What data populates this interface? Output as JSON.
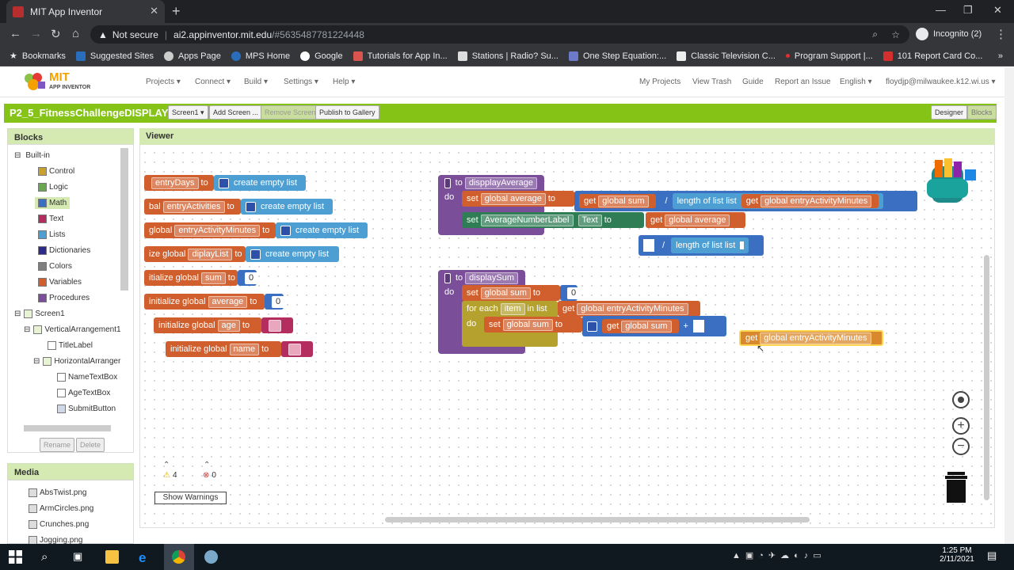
{
  "browser": {
    "tab_title": "MIT App Inventor",
    "security": "Not secure",
    "url_host": "ai2.appinventor.mit.edu",
    "url_path": "/#5635487781224448",
    "profile": "Incognito (2)"
  },
  "bookmarks": [
    "Bookmarks",
    "Suggested Sites",
    "Apps Page",
    "MPS Home",
    "Google",
    "Tutorials for App In...",
    "Stations | Radio? Su...",
    "One Step Equation:...",
    "Classic Television C...",
    "Program Support |...",
    "101 Report Card Co..."
  ],
  "app": {
    "logo_mit": "MIT",
    "logo_sub": "APP INVENTOR",
    "menu": [
      "Projects ▾",
      "Connect ▾",
      "Build ▾",
      "Settings ▾",
      "Help ▾"
    ],
    "right_links": [
      "My Projects",
      "View Trash",
      "Guide",
      "Report an Issue",
      "English ▾",
      "floydjp@milwaukee.k12.wi.us ▾"
    ],
    "project_name": "P2_5_FitnessChallengeDISPLAY",
    "screen_btn": "Screen1 ▾",
    "add_screen": "Add Screen ...",
    "remove_screen": "Remove Screen",
    "publish": "Publish to Gallery",
    "designer": "Designer",
    "blocks_btn": "Blocks"
  },
  "blocks_panel": {
    "title": "Blocks",
    "builtin": "Built-in",
    "builtin_items": [
      {
        "label": "Control",
        "color": "#c8a02e"
      },
      {
        "label": "Logic",
        "color": "#6aa84f"
      },
      {
        "label": "Math",
        "color": "#3b6fc2"
      },
      {
        "label": "Text",
        "color": "#b32d5e"
      },
      {
        "label": "Lists",
        "color": "#4d9fd3"
      },
      {
        "label": "Dictionaries",
        "color": "#2d2a8a"
      },
      {
        "label": "Colors",
        "color": "#7f7f7f"
      },
      {
        "label": "Variables",
        "color": "#d05f2d"
      },
      {
        "label": "Procedures",
        "color": "#7a4e99"
      }
    ],
    "screen": "Screen1",
    "components": [
      "VerticalArrangement1",
      "TitleLabel",
      "HorizontalArranger",
      "NameTextBox",
      "AgeTextBox",
      "SubmitButton"
    ],
    "rename": "Rename",
    "delete": "Delete"
  },
  "media": {
    "title": "Media",
    "files": [
      "AbsTwist.png",
      "ArmCircles.png",
      "Crunches.png",
      "Jogging.png"
    ]
  },
  "viewer": {
    "title": "Viewer",
    "warnings_count": "4",
    "errors_count": "0",
    "show_warnings": "Show Warnings"
  },
  "code_blocks": {
    "init_entrydays": "entryDays",
    "to": "to",
    "create_empty_list": "create empty list",
    "bal": "bal",
    "entry_activities": "entryActivities",
    "global": "global",
    "entry_activity_minutes": "entryActivityMinutes",
    "ize_global": "ize global",
    "diplay_list": "diplayList",
    "itialize_global": "itialize global",
    "sum": "sum",
    "zero": "0",
    "initialize_global": "initialize global",
    "average": "average",
    "age": "age",
    "name": "name",
    "proc_to": "to",
    "disp_avg": "dispplayAverage",
    "do": "do",
    "set": "set",
    "global_average": "global average",
    "get": "get",
    "global_sum": "global sum",
    "divide": "/",
    "length_of_list": "length of list  list",
    "global_entry_minutes": "global entryActivityMinutes",
    "avg_label": "AverageNumberLabel",
    "text_prop": "Text",
    "display_sum": "displaySum",
    "for_each": "for each",
    "item": "item",
    "in_list": "in list",
    "plus": "+"
  },
  "taskbar": {
    "time": "1:25 PM",
    "date": "2/11/2021"
  }
}
